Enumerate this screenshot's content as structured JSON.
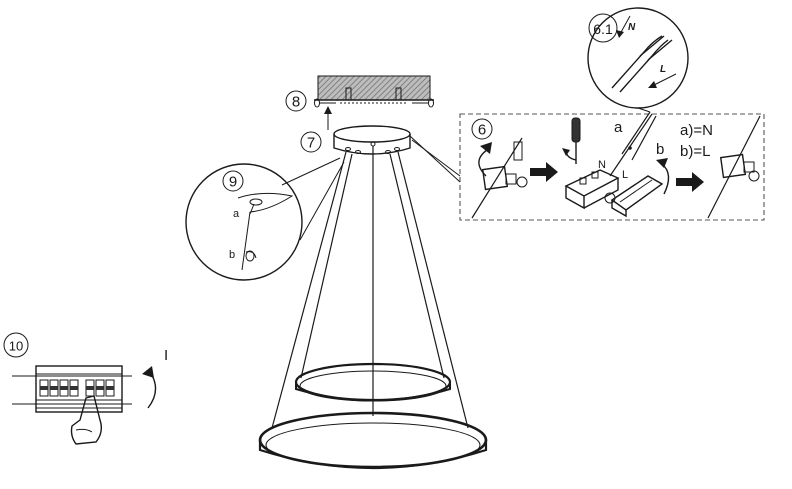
{
  "steps": {
    "step_6": "6",
    "step_6_1": "6.1",
    "step_7": "7",
    "step_8": "8",
    "step_9": "9",
    "step_10": "10"
  },
  "labels": {
    "wire_a": "a",
    "wire_b": "b",
    "legend_a": "a)=N",
    "legend_b": "b)=L",
    "detail_9_a": "a",
    "detail_9_b": "b",
    "terminal_n": "N",
    "terminal_l": "L",
    "detail_6_1_n": "N",
    "detail_6_1_l": "L",
    "switch_on": "I"
  },
  "colors": {
    "ink": "#1a1a1a",
    "ceiling_hatch": "#8c8c8c",
    "dashed_frame": "#555555",
    "background": "#ffffff"
  },
  "icons": [
    "ceiling-plate-icon",
    "pendant-lamp-icon",
    "screwdriver-icon",
    "terminal-block-icon",
    "hand-icon",
    "rotate-arrow-icon",
    "right-arrow-icon",
    "circuit-breaker-icon"
  ]
}
